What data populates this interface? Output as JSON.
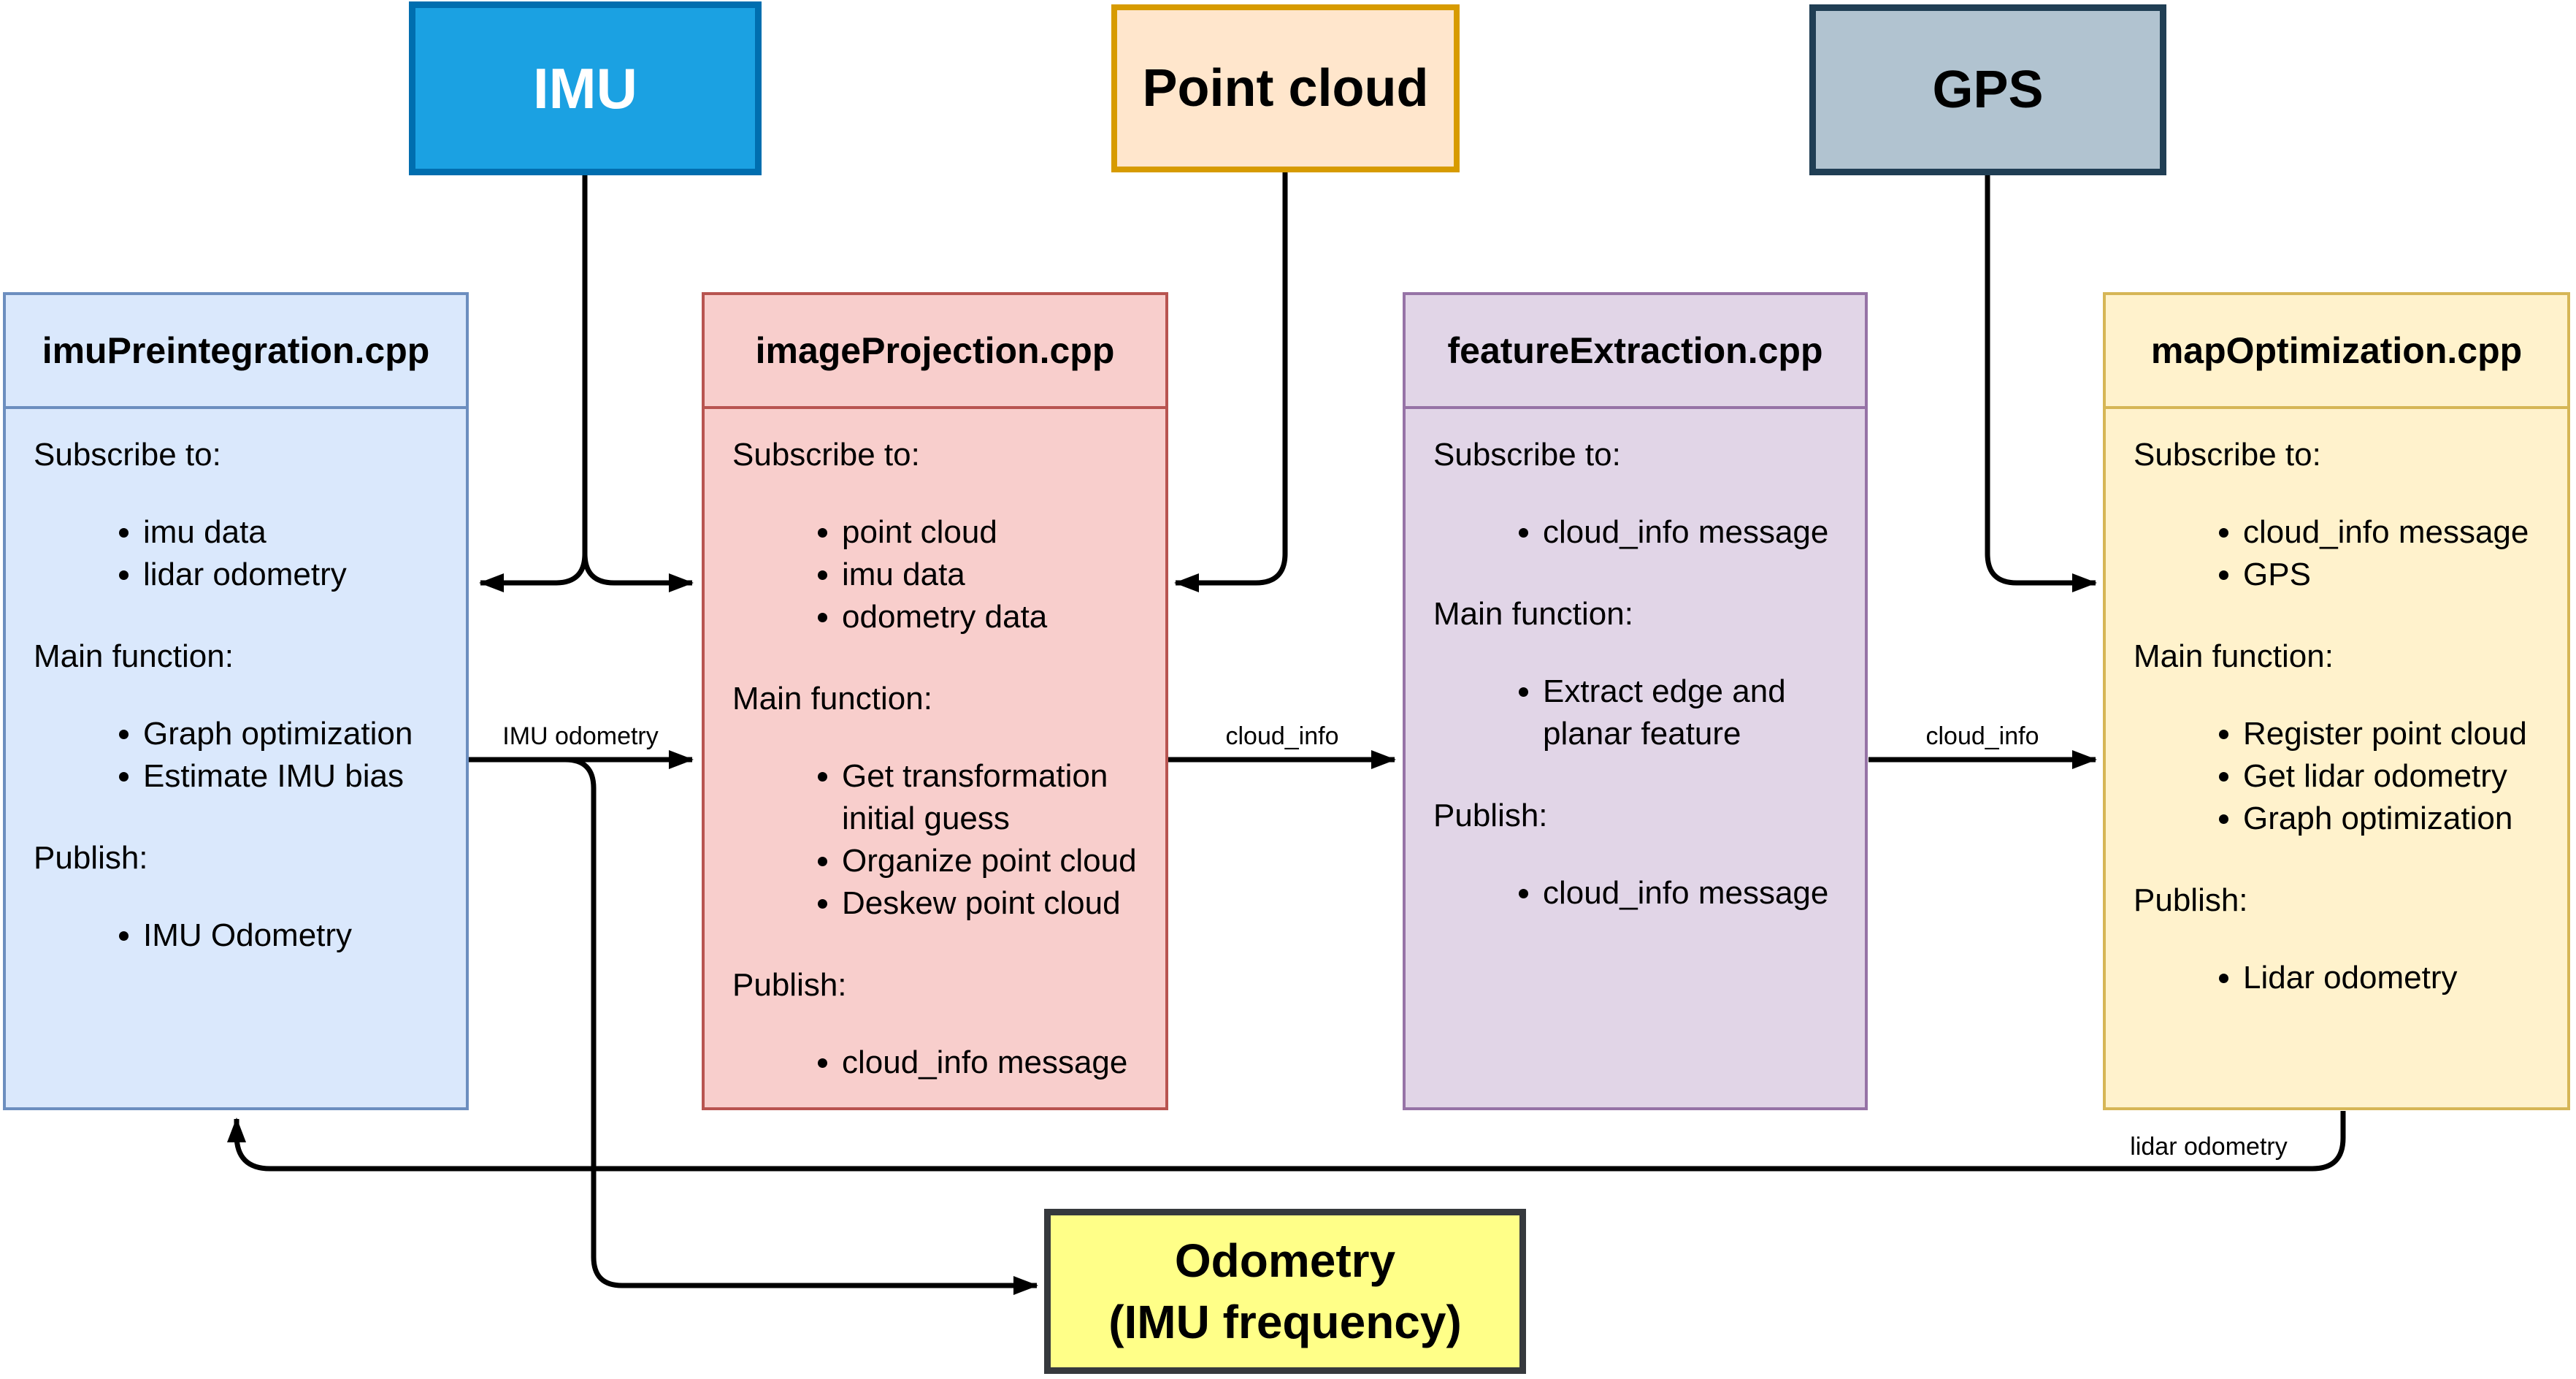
{
  "diagram": {
    "sources": [
      {
        "label": "IMU",
        "fill": "#1BA1E2",
        "stroke": "#006EAF",
        "text_color": "#FFFFFF"
      },
      {
        "label": "Point cloud",
        "fill": "#FFE6CC",
        "stroke": "#D79B00",
        "text_color": "#000000"
      },
      {
        "label": "GPS",
        "fill": "#B1C3D0",
        "stroke": "#203E54",
        "text_color": "#000000"
      }
    ],
    "modules": [
      {
        "title": "imuPreintegration.cpp",
        "fill": "#DAE8FC",
        "stroke": "#6C8EBF",
        "sections": [
          {
            "label": "Subscribe to:",
            "items": [
              "imu data",
              "lidar odometry"
            ]
          },
          {
            "label": "Main function:",
            "items": [
              "Graph optimization",
              "Estimate IMU bias"
            ]
          },
          {
            "label": "Publish:",
            "items": [
              "IMU Odometry"
            ]
          }
        ]
      },
      {
        "title": "imageProjection.cpp",
        "fill": "#F8CECC",
        "stroke": "#B85450",
        "sections": [
          {
            "label": "Subscribe to:",
            "items": [
              "point cloud",
              "imu data",
              "odometry data"
            ]
          },
          {
            "label": "Main function:",
            "items": [
              "Get transformation\ninitial guess",
              "Organize point cloud",
              "Deskew point cloud"
            ]
          },
          {
            "label": "Publish:",
            "items": [
              "cloud_info message"
            ]
          }
        ]
      },
      {
        "title": "featureExtraction.cpp",
        "fill": "#E1D5E7",
        "stroke": "#9673A6",
        "sections": [
          {
            "label": "Subscribe to:",
            "items": [
              "cloud_info message"
            ]
          },
          {
            "label": "Main function:",
            "items": [
              "Extract edge and\nplanar feature"
            ]
          },
          {
            "label": "Publish:",
            "items": [
              "cloud_info message"
            ]
          }
        ]
      },
      {
        "title": "mapOptimization.cpp",
        "fill": "#FFF2CC",
        "stroke": "#D6B656",
        "sections": [
          {
            "label": "Subscribe to:",
            "items": [
              "cloud_info message",
              "GPS"
            ]
          },
          {
            "label": "Main function:",
            "items": [
              "Register point cloud",
              "Get lidar odometry",
              "Graph optimization"
            ]
          },
          {
            "label": "Publish:",
            "items": [
              "Lidar odometry"
            ]
          }
        ]
      }
    ],
    "output": {
      "label": "Odometry\n(IMU frequency)",
      "fill": "#FFFF88",
      "stroke": "#36393D",
      "text_color": "#000000"
    },
    "edge_labels": {
      "imu_odometry": "IMU odometry",
      "cloud_info_1": "cloud_info",
      "cloud_info_2": "cloud_info",
      "lidar_odometry": "lidar odometry"
    },
    "line_color": "#000000"
  }
}
